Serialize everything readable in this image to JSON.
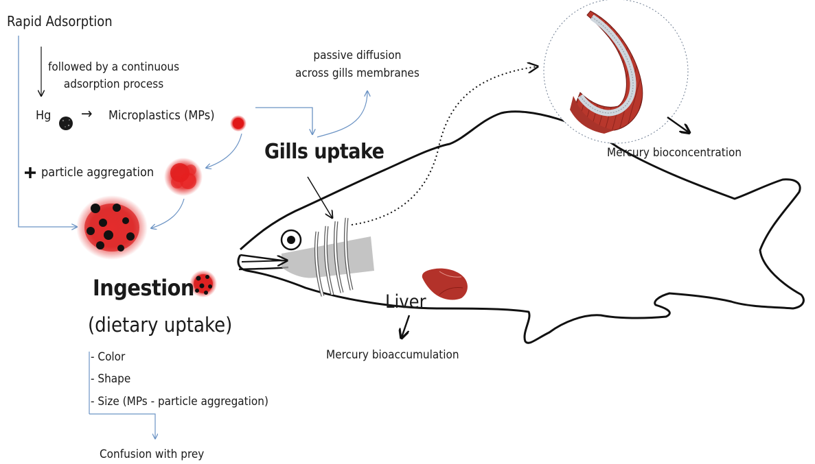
{
  "labels": {
    "rapid_adsorption": "Rapid Adsorption",
    "continuous_line1": "followed by a continuous",
    "continuous_line2": "adsorption process",
    "hg": "Hg",
    "microplastics": "Microplastics (MPs)",
    "particle_aggregation": "particle aggregation",
    "passive_line1": "passive diffusion",
    "passive_line2": "across gills membranes",
    "gills_uptake": "Gills uptake",
    "mercury_bioconcentration": "Mercury bioconcentration",
    "ingestion": "Ingestion",
    "dietary_uptake": "(dietary uptake)",
    "liver": "Liver",
    "mercury_bioaccumulation": "Mercury bioaccumulation",
    "factor_color": "Color",
    "factor_shape": "Shape",
    "factor_size": "Size (MPs - particle aggregation)",
    "confusion": "Confusion with prey",
    "hg_arrow": "→",
    "plus": "+"
  },
  "colors": {
    "arrow_blue": "#6b93c4",
    "particle_red": "#d42020",
    "hg_black": "#111111",
    "organ_red": "#b9362c"
  }
}
